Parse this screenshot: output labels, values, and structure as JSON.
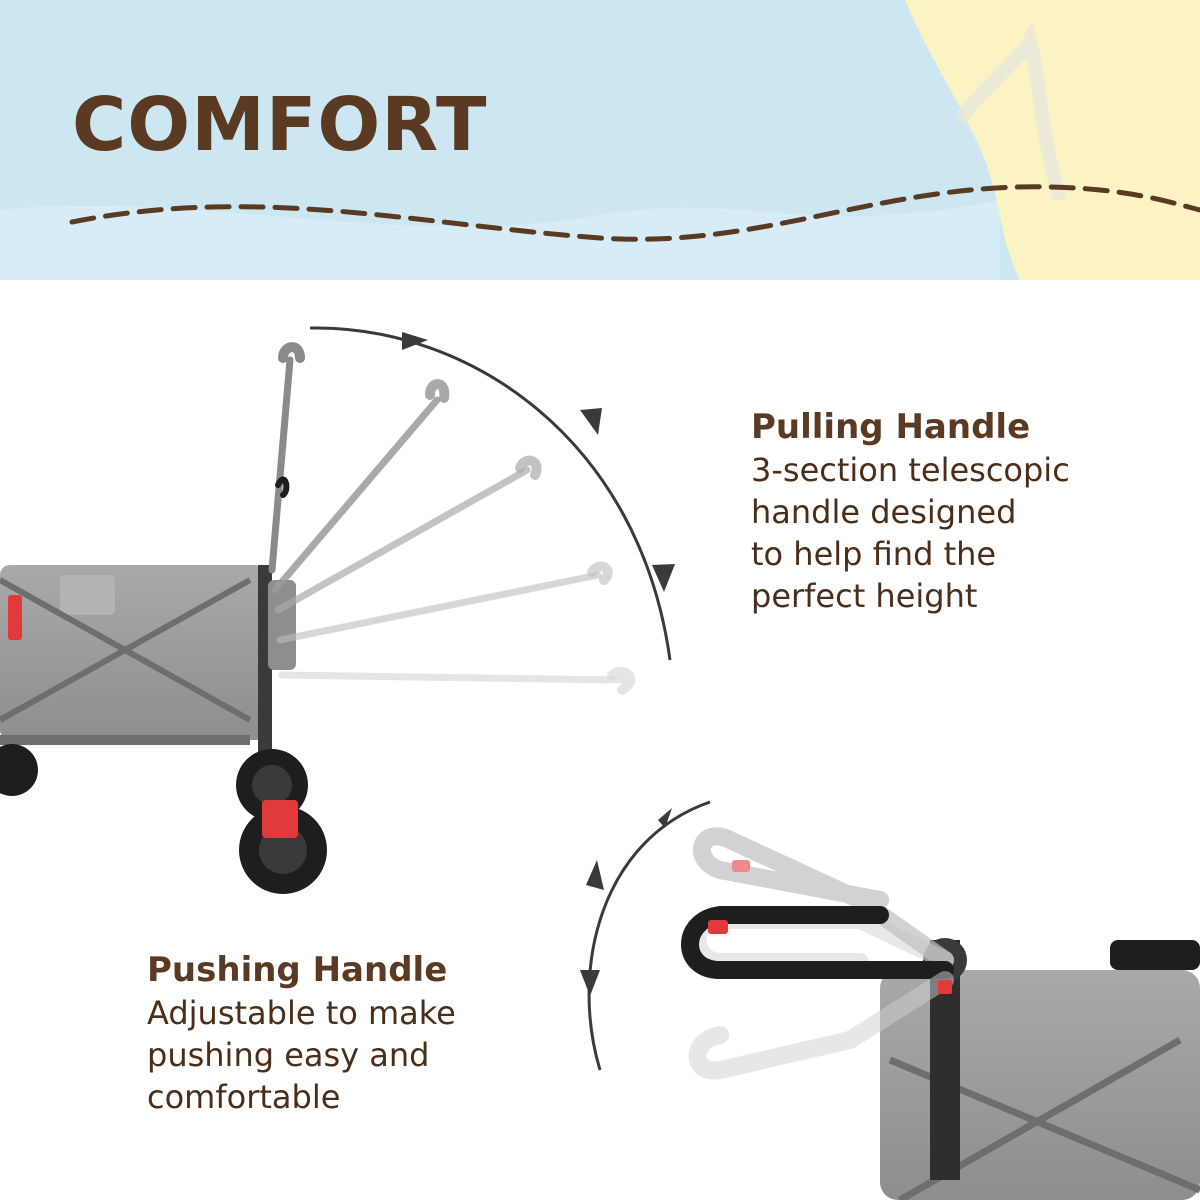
{
  "banner": {
    "title": "COMFORT"
  },
  "pulling_handle": {
    "heading": "Pulling Handle",
    "lines": [
      "3-section telescopic",
      "handle designed",
      "to help find the",
      "perfect height"
    ]
  },
  "pushing_handle": {
    "heading": "Pushing Handle",
    "lines": [
      "Adjustable to make",
      "pushing easy and",
      "comfortable"
    ]
  },
  "colors": {
    "heading_brown": "#5a3a22",
    "body_brown": "#4a2e1a",
    "banner_blue": "#cfe8f3",
    "banner_yellow": "#fbf3c2",
    "wagon_gray": "#9a9a9a",
    "accent_red": "#e23a3a"
  }
}
